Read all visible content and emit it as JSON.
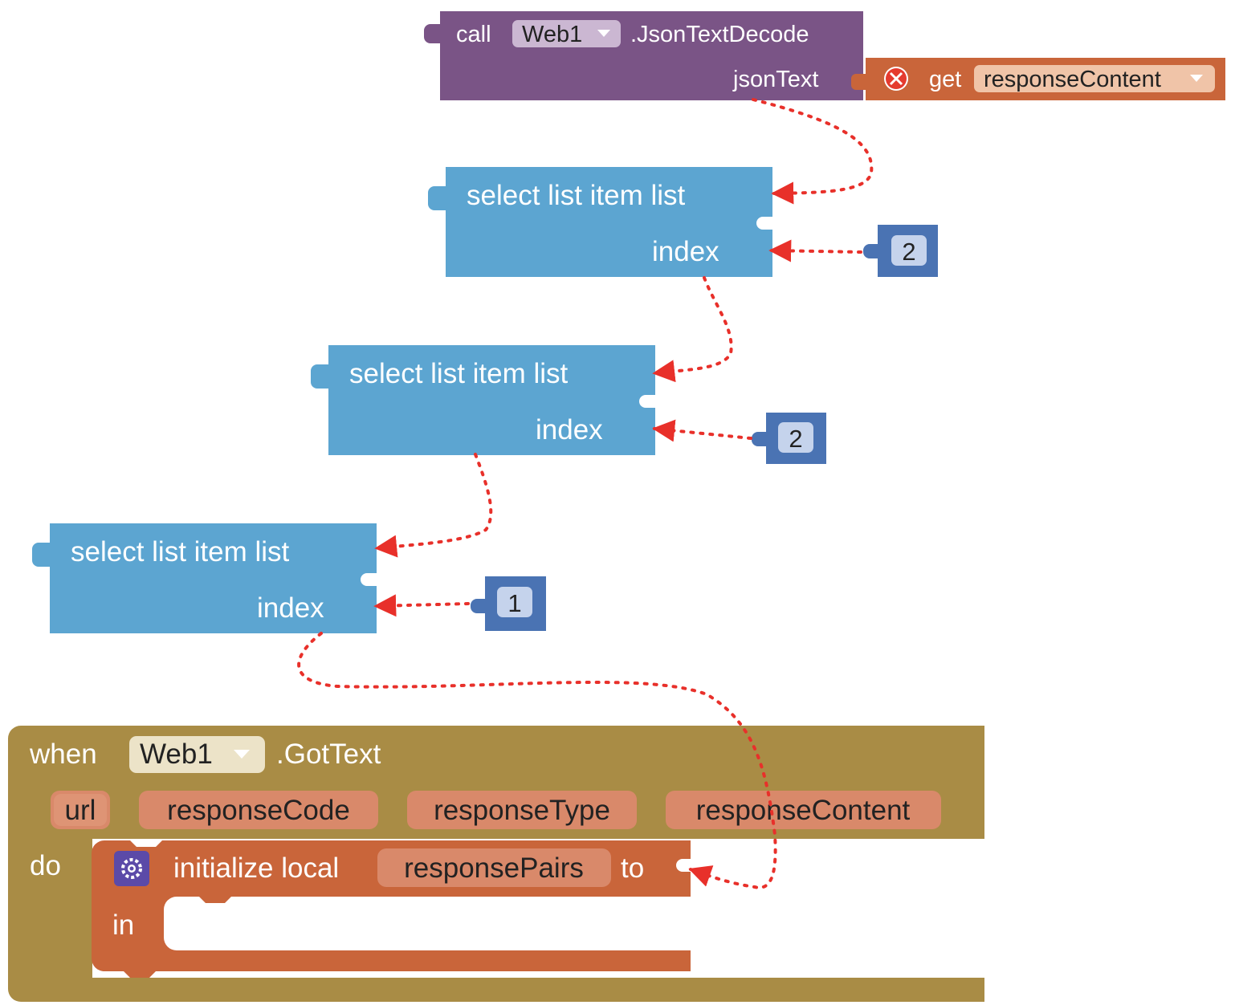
{
  "call_block": {
    "call_label": "call",
    "component": "Web1",
    "method": ".JsonTextDecode",
    "arg_label": "jsonText",
    "colors": {
      "body": "#7a5486",
      "dropdown": "#cbb7d2"
    }
  },
  "get_block": {
    "get_label": "get",
    "variable": "responseContent",
    "error_icon": "error-x-icon",
    "colors": {
      "body": "#c9653a",
      "field": "#f0c4a8"
    }
  },
  "select_blocks": [
    {
      "title": "select list item  list",
      "index_label": "index",
      "index_value": "2"
    },
    {
      "title": "select list item  list",
      "index_label": "index",
      "index_value": "2"
    },
    {
      "title": "select list item  list",
      "index_label": "index",
      "index_value": "1"
    }
  ],
  "list_colors": {
    "body": "#5ca5d1",
    "number_body": "#4a73b3",
    "number_field": "#c5d3ec"
  },
  "event_block": {
    "when_label": "when",
    "component": "Web1",
    "event": ".GotText",
    "params": [
      "url",
      "responseCode",
      "responseType",
      "responseContent"
    ],
    "do_label": "do",
    "colors": {
      "body": "#a98c45",
      "dropdown": "#ece3c8",
      "param": "#d9896a"
    }
  },
  "local_block": {
    "label": "initialize local",
    "variable": "responsePairs",
    "to_label": "to",
    "in_label": "in",
    "icon": "gear-icon",
    "colors": {
      "body": "#c9653a",
      "icon_bg": "#5b4aa8"
    }
  },
  "arrow_color": "#e8302a"
}
